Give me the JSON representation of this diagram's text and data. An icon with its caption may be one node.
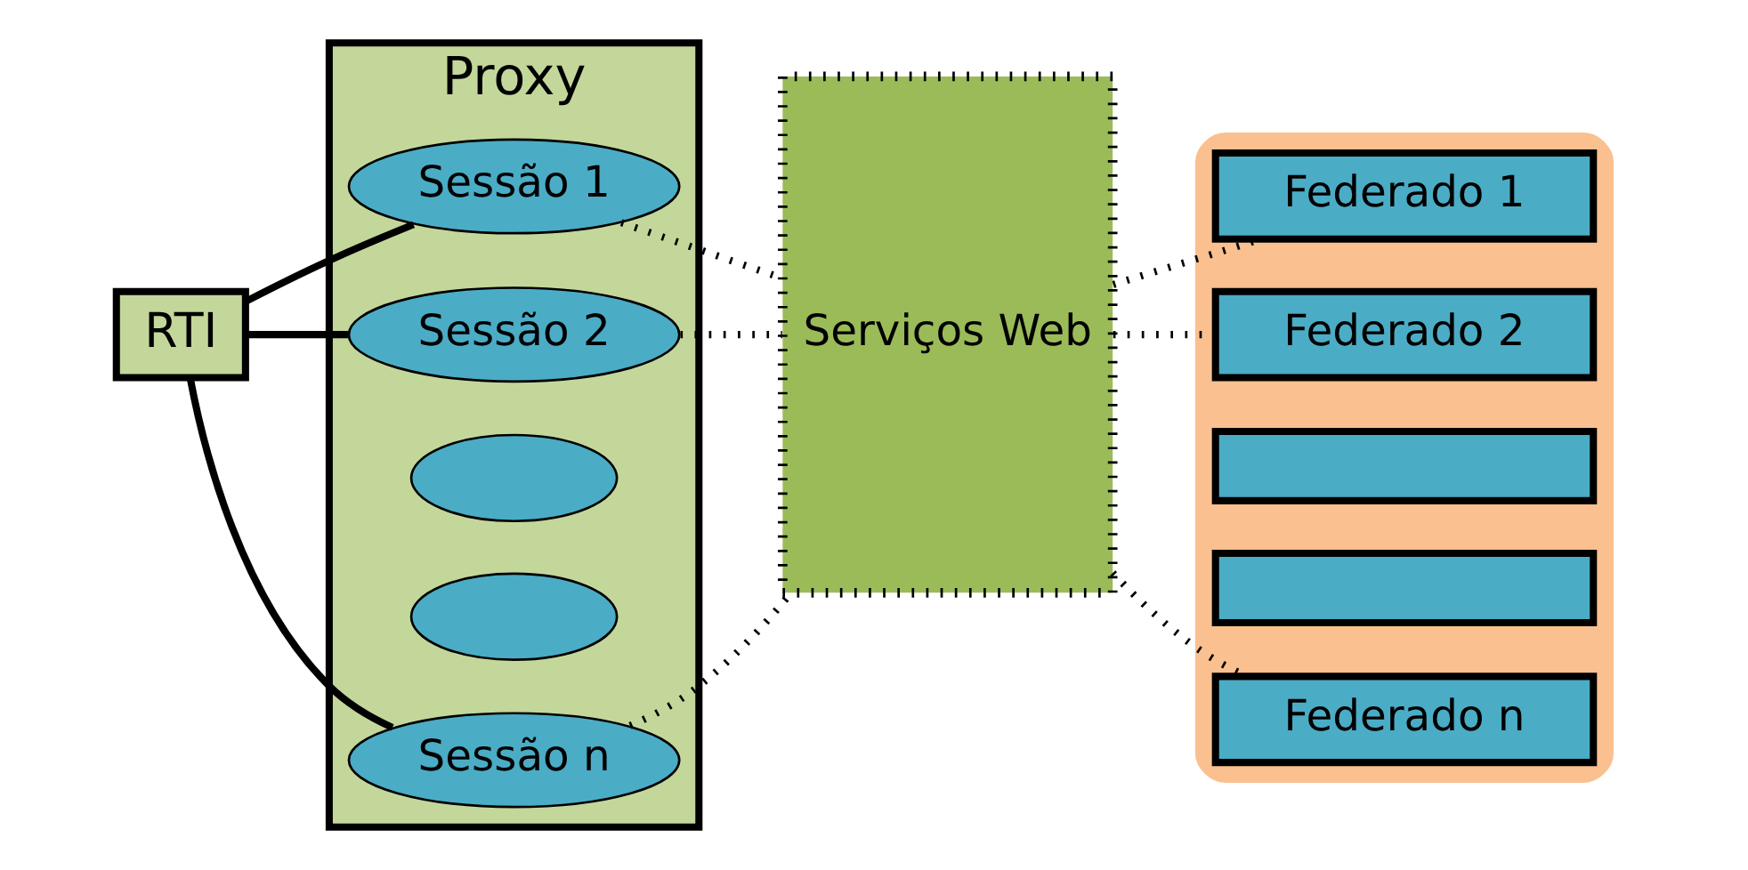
{
  "diagram": {
    "nodes": [
      {
        "text": [
          "RTI"
        ]
      },
      {
        "text": [
          "Proxy"
        ]
      },
      {
        "text": [
          "Sessão 1"
        ],
        "in": 1
      },
      {
        "text": [
          "Sessão 2"
        ],
        "in": 1
      },
      {
        "text": [],
        "shape": "ellipse",
        "in": 1
      },
      {
        "text": [],
        "shape": "ellipse",
        "in": 1
      },
      {
        "text": [
          "Sessão n"
        ],
        "in": 1
      },
      {
        "text": [
          "Serviços Web"
        ]
      },
      {
        "text": [],
        "shape": "cloud"
      },
      {
        "text": [
          "Federado 1"
        ],
        "in": 8
      },
      {
        "text": [
          "Federado 2"
        ],
        "in": 8
      },
      {
        "text": [],
        "shape": "box",
        "in": 8
      },
      {
        "text": [],
        "shape": "box",
        "in": 8
      },
      {
        "text": [
          "Federado n"
        ],
        "in": 8
      }
    ],
    "edges": [
      {
        "from": 0,
        "to": 2,
        "arrow": "none"
      },
      {
        "from": 0,
        "to": 3,
        "arrow": "none"
      },
      {
        "from": 0,
        "to": 6,
        "arrow": "none"
      },
      {
        "from": 2,
        "to": 7,
        "arrow": "none",
        "style": "dashed"
      },
      {
        "from": 3,
        "to": 7,
        "arrow": "none",
        "style": "dashed"
      },
      {
        "from": 6,
        "to": 7,
        "arrow": "none",
        "style": "dashed"
      },
      {
        "from": 7,
        "to": 9,
        "arrow": "none",
        "style": "dashed"
      },
      {
        "from": 7,
        "to": 10,
        "arrow": "none",
        "style": "dashed"
      },
      {
        "from": 7,
        "to": 13,
        "arrow": "none",
        "style": "dashed"
      }
    ]
  }
}
